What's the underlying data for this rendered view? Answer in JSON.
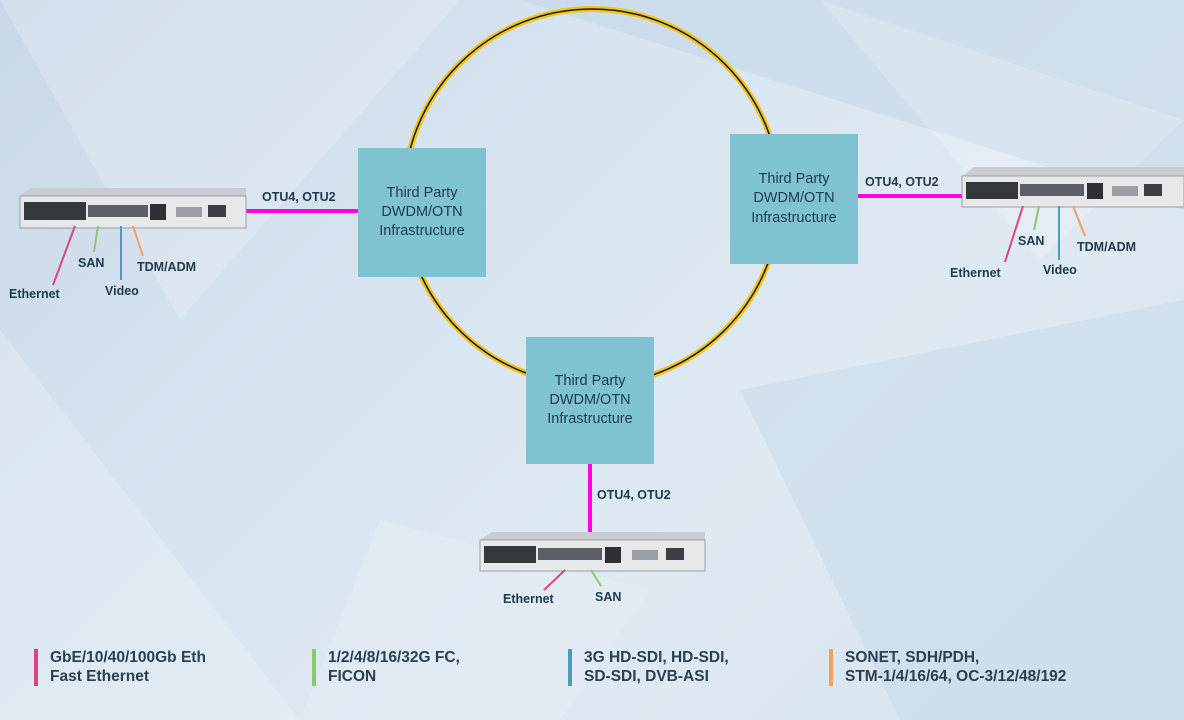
{
  "infrastructure_nodes": [
    {
      "id": "left",
      "lines": [
        "Third Party",
        "DWDM/OTN",
        "Infrastructure"
      ]
    },
    {
      "id": "right",
      "lines": [
        "Third Party",
        "DWDM/OTN",
        "Infrastructure"
      ]
    },
    {
      "id": "bottom",
      "lines": [
        "Third Party",
        "DWDM/OTN",
        "Infrastructure"
      ]
    }
  ],
  "links": {
    "left": "OTU4, OTU2",
    "right": "OTU4, OTU2",
    "bottom": "OTU4, OTU2"
  },
  "devices": {
    "left": {
      "services": [
        "Ethernet",
        "SAN",
        "Video",
        "TDM/ADM"
      ]
    },
    "right": {
      "services": [
        "Ethernet",
        "SAN",
        "Video",
        "TDM/ADM"
      ]
    },
    "bottom": {
      "services": [
        "Ethernet",
        "SAN"
      ]
    }
  },
  "legend": {
    "ethernet": {
      "lines": [
        "GbE/10/40/100Gb Eth",
        "Fast Ethernet"
      ]
    },
    "san": {
      "lines": [
        "1/2/4/8/16/32G FC,",
        "FICON"
      ]
    },
    "video": {
      "lines": [
        "3G HD-SDI, HD-SDI,",
        "SD-SDI, DVB-ASI"
      ]
    },
    "tdm": {
      "lines": [
        "SONET, SDH/PDH,",
        "STM-1/4/16/64, OC-3/12/48/192"
      ]
    }
  },
  "colors": {
    "ring_outer": "#f2c41d",
    "ring_inner": "#1a1a1a",
    "link": "#ff00e6",
    "ethernet": "#e04283",
    "san": "#8dc86a",
    "video": "#4a9fb7",
    "tdm": "#f4a25a",
    "node_fill": "#7fc3d1"
  }
}
